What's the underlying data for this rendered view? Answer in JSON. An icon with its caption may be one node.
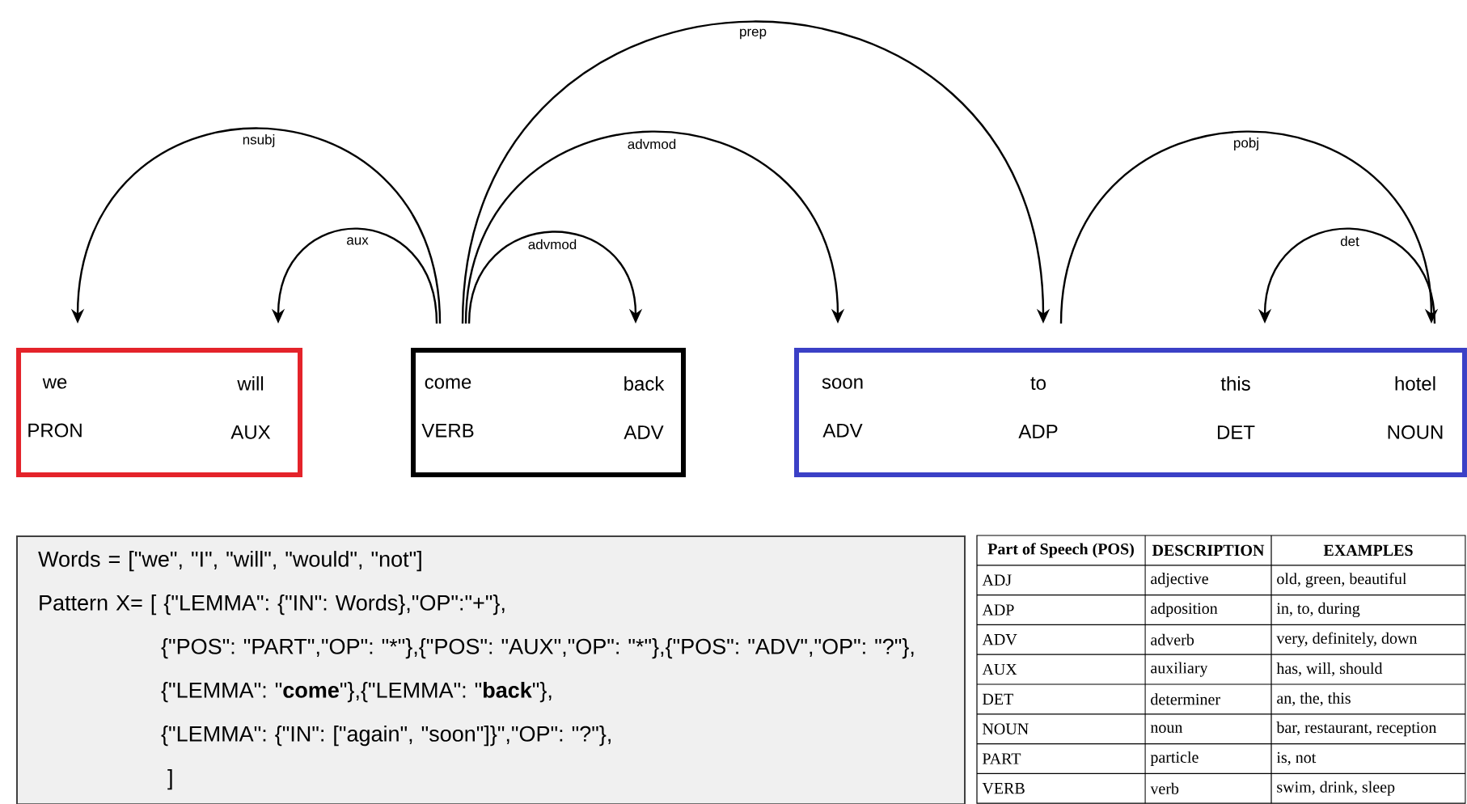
{
  "diagram": {
    "nodes": [
      {
        "text": [],
        "shape": "box"
      },
      {
        "text": [
          "we",
          "PRON"
        ],
        "in": 0
      },
      {
        "text": [
          "will",
          "AUX"
        ],
        "in": 0
      },
      {
        "text": [],
        "shape": "box"
      },
      {
        "text": [
          "come",
          "VERB"
        ],
        "in": 3
      },
      {
        "text": [
          "back",
          "ADV"
        ],
        "in": 3
      },
      {
        "text": [],
        "shape": "box"
      },
      {
        "text": [
          "soon",
          "ADV"
        ],
        "in": 6
      },
      {
        "text": [
          "to",
          "ADP"
        ],
        "in": 6
      },
      {
        "text": [
          "this",
          "DET"
        ],
        "in": 6
      },
      {
        "text": [
          "hotel",
          "NOUN"
        ],
        "in": 6
      },
      {
        "text": [
          "Words = [\"we\", \"I\", \"will\", \"would\", \"not\"]",
          "Pattern X= [ {\"LEMMA\": {\"IN\": Words},\"OP\":\"+\"},",
          "{\"POS\": \"PART\",\"OP\": \"*\"},{\"POS\": \"AUX\",\"OP\": \"*\"},{\"POS\": \"ADV\",\"OP\": \"?\"},",
          "{\"LEMMA\": \"**come**\"},{\"LEMMA\": \"**back**\"},",
          "{\"LEMMA\": {\"IN\": [\"again\", \"soon\"]}\",\"OP\": \"?\"},",
          "]"
        ]
      }
    ],
    "edges": [
      {
        "from": 4,
        "to": 1,
        "arrow": "to",
        "label": "nsubj"
      },
      {
        "from": 4,
        "to": 2,
        "arrow": "to",
        "label": "aux"
      },
      {
        "from": 4,
        "to": 5,
        "arrow": "to",
        "label": "advmod"
      },
      {
        "from": 4,
        "to": 7,
        "arrow": "to",
        "label": "advmod"
      },
      {
        "from": 4,
        "to": 8,
        "arrow": "to",
        "label": "prep"
      },
      {
        "from": 8,
        "to": 10,
        "arrow": "to",
        "label": "pobj"
      },
      {
        "from": 10,
        "to": 9,
        "arrow": "to",
        "label": "det"
      }
    ],
    "labels": [
      "Part of Speech (POS)",
      "DESCRIPTION",
      "EXAMPLES",
      "ADJ",
      "adjective",
      "old, green, beautiful",
      "ADP",
      "adposition",
      "in, to, during",
      "ADV",
      "adverb",
      "very, definitely, down",
      "AUX",
      "auxiliary",
      "has, will, should",
      "DET",
      "determiner",
      "an, the, this",
      "NOUN",
      "noun",
      "bar, restaurant, reception",
      "PART",
      "particle",
      "is, not",
      "VERB",
      "verb",
      "swim, drink, sleep"
    ]
  }
}
